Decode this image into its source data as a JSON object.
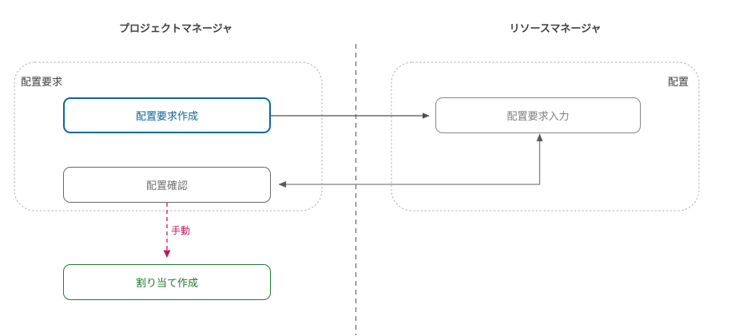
{
  "diagram": {
    "lanes": [
      {
        "id": "project-manager",
        "title": "プロジェクトマネージャ"
      },
      {
        "id": "resource-manager",
        "title": "リソースマネージャ"
      }
    ],
    "groups": [
      {
        "id": "placement-request-group",
        "label": "配置要求"
      },
      {
        "id": "placement-group",
        "label": "配置"
      }
    ],
    "nodes": [
      {
        "id": "create-request",
        "label": "配置要求作成",
        "color": "#10659b"
      },
      {
        "id": "confirm-placement",
        "label": "配置確認",
        "color": "#707070"
      },
      {
        "id": "create-assignment",
        "label": "割り当て作成",
        "color": "#1f7a33"
      },
      {
        "id": "input-request",
        "label": "配置要求入力",
        "color": "#808080"
      }
    ],
    "edges": [
      {
        "id": "create-request-to-input-request",
        "label": "",
        "style": "solid",
        "color": "#4d4d4d"
      },
      {
        "id": "input-request-to-confirm-placement",
        "label": "",
        "style": "solid",
        "color": "#808080"
      },
      {
        "id": "confirm-placement-to-create-assignment",
        "label": "手動",
        "style": "dashed",
        "color": "#c2185b"
      }
    ],
    "divider": {
      "id": "lane-divider",
      "style": "dashed",
      "color": "#666666"
    },
    "colors": {
      "blue": "#10659b",
      "green": "#1f7a33",
      "gray": "#808080",
      "crimson": "#c2185b",
      "group_border": "#b3b3b3",
      "title": "#404040"
    }
  }
}
